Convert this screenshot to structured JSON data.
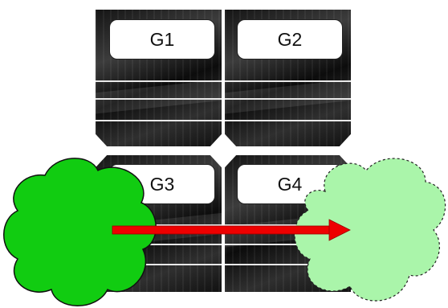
{
  "panels": [
    {
      "label": "G1"
    },
    {
      "label": "G2"
    },
    {
      "label": "G3"
    },
    {
      "label": "G4"
    }
  ],
  "colors": {
    "source_cloud_fill": "#11cc11",
    "target_cloud_fill": "#aaf5aa",
    "arrow": "#ee0000",
    "panel_background": "#1a1a1a"
  }
}
